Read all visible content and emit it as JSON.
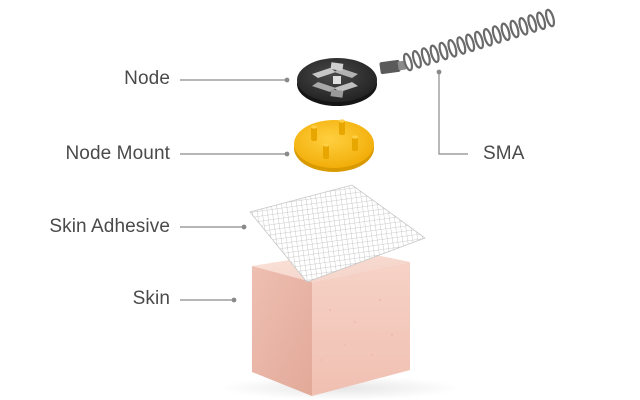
{
  "diagram": {
    "labels": {
      "node": "Node",
      "node_mount": "Node Mount",
      "skin_adhesive": "Skin Adhesive",
      "skin": "Skin",
      "sma": "SMA"
    },
    "colors": {
      "label_text": "#4a4a4a",
      "leader_line": "#8a8a8a",
      "mount_yellow": "#f7bd1a",
      "node_dark": "#2b2b2b",
      "node_silver": "#b8b8b8",
      "skin_top": "#f8d9cf",
      "skin_front": "#f3c9bd",
      "skin_side": "#e9b6a8",
      "mesh_line": "#b9b9b9",
      "spring": "#6a6a6a"
    }
  }
}
